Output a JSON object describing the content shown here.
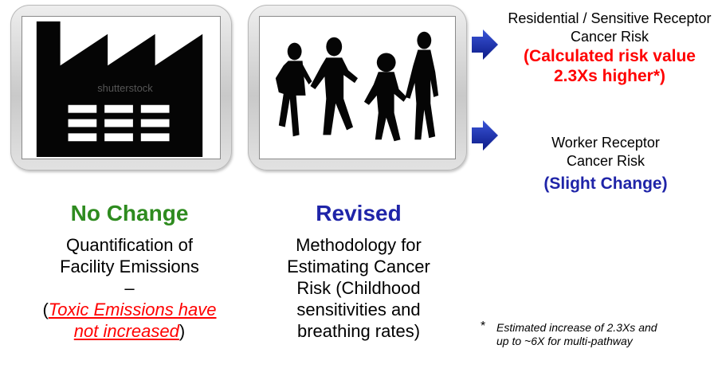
{
  "left_column": {
    "heading": "No Change",
    "line1": "Quantification of",
    "line2": "Facility Emissions",
    "dash": "–",
    "open_paren": "(",
    "toxic_text": "Toxic Emissions have not increased",
    "close_paren": ")"
  },
  "middle_column": {
    "heading": "Revised",
    "body": "Methodology for Estimating Cancer Risk (Childhood sensitivities and breathing rates)"
  },
  "residential": {
    "label": "Residential / Sensitive Receptor Cancer Risk",
    "highlight": "(Calculated risk value 2.3Xs higher*)"
  },
  "worker": {
    "label": "Worker Receptor Cancer Risk",
    "highlight": "(Slight Change)"
  },
  "footnote": {
    "marker": "*",
    "text": "Estimated increase of 2.3Xs and up to ~6X for multi-pathway"
  },
  "factory_image": {
    "watermark": "shutterstock"
  },
  "colors": {
    "no_change_green": "#2e8b1f",
    "revised_blue": "#1f24a8",
    "alert_red": "#ff0000",
    "arrow_blue": "#1a2ea8"
  }
}
